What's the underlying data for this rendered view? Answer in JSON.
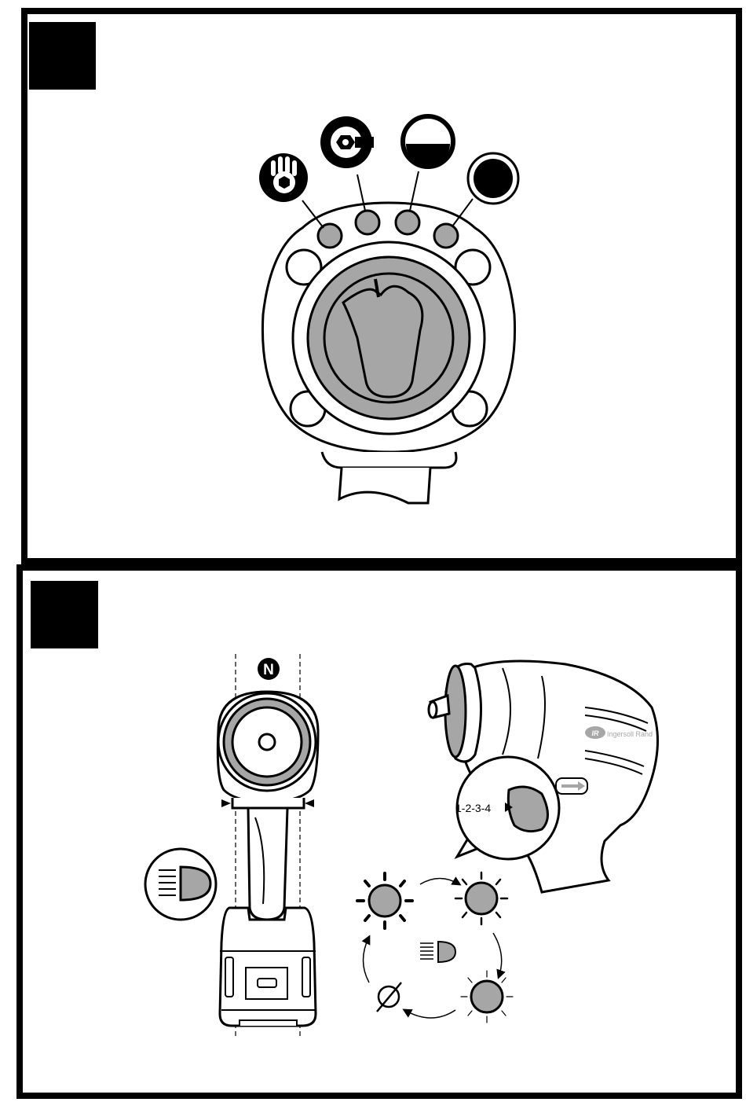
{
  "panels": [
    {
      "id": "panel-1"
    },
    {
      "id": "panel-2"
    }
  ],
  "labels": {
    "neutral_letter": "N",
    "led_sequence": "1-2-3-4",
    "brand": "Ingersoll Rand",
    "brand_logo": "IR"
  },
  "icons": {
    "mode_icons": [
      "hand-nut-icon",
      "nut-wrench-icon",
      "half-circle-icon",
      "full-circle-icon"
    ],
    "light_icons": [
      "headlight-icon",
      "no-light-icon",
      "arrow-icon"
    ]
  },
  "colors": {
    "line": "#000000",
    "fill_gray": "#a6a6a6",
    "background": "#ffffff"
  }
}
